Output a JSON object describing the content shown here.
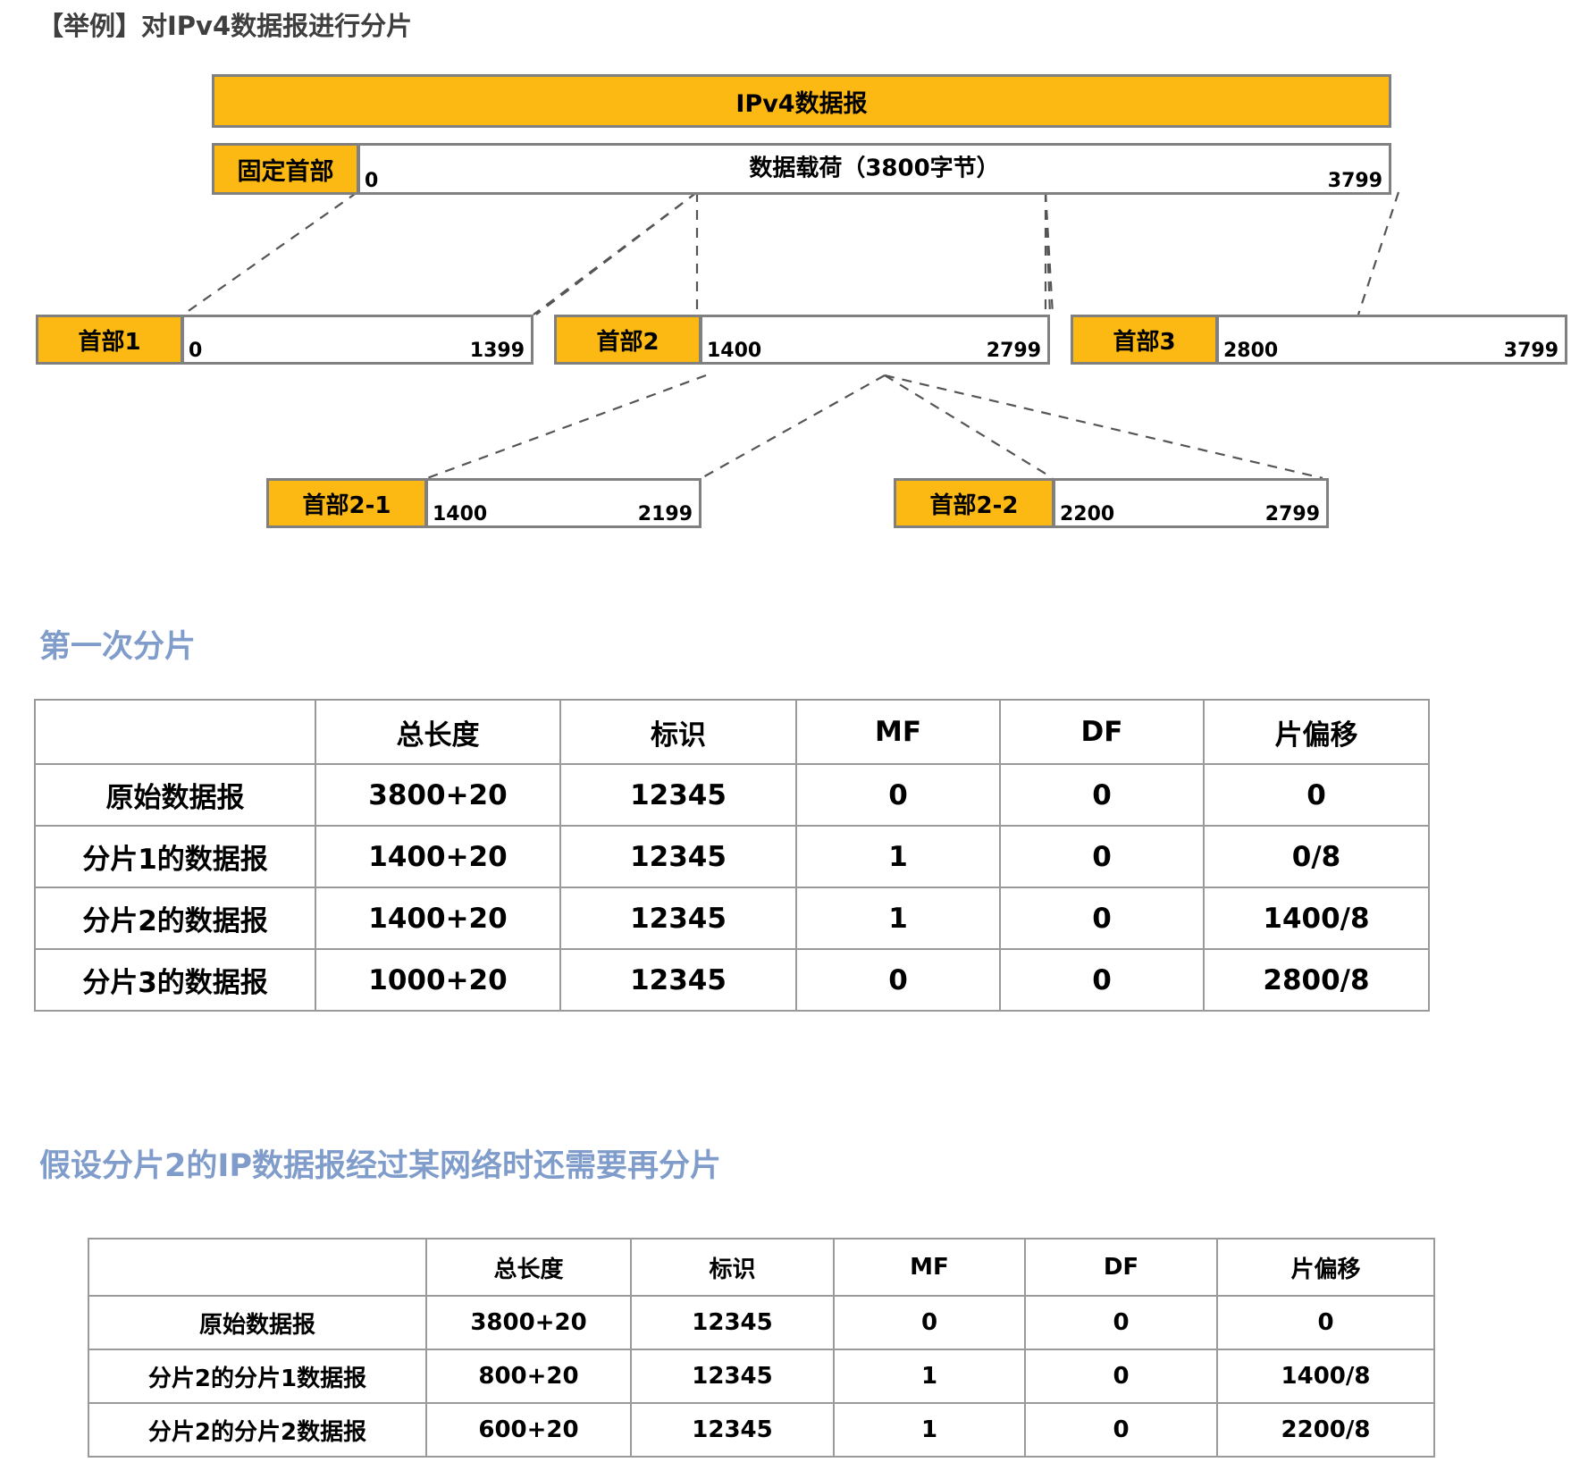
{
  "page": {
    "title": "【举例】对IPv4数据报进行分片"
  },
  "colors": {
    "amber": "#FCB813",
    "box_border": "#808080",
    "heading_blue": "#7F9CCB",
    "title_gray": "#3F3F3F"
  },
  "diagram": {
    "datagram_bar_label": "IPv4数据报",
    "fixed_header_label": "固定首部",
    "payload_label": "数据载荷（3800字节）",
    "payload_start": "0",
    "payload_end": "3799",
    "fragments_level1": [
      {
        "header": "首部1",
        "start": "0",
        "end": "1399"
      },
      {
        "header": "首部2",
        "start": "1400",
        "end": "2799"
      },
      {
        "header": "首部3",
        "start": "2800",
        "end": "3799"
      }
    ],
    "fragments_level2": [
      {
        "header": "首部2-1",
        "start": "1400",
        "end": "2199"
      },
      {
        "header": "首部2-2",
        "start": "2200",
        "end": "2799"
      }
    ]
  },
  "section_first": {
    "heading": "第一次分片"
  },
  "section_second": {
    "heading": "假设分片2的IP数据报经过某网络时还需要再分片"
  },
  "chart_data": [
    {
      "type": "table",
      "title": "第一次分片",
      "columns": [
        "",
        "总长度",
        "标识",
        "MF",
        "DF",
        "片偏移"
      ],
      "rows": [
        [
          "原始数据报",
          "3800+20",
          "12345",
          "0",
          "0",
          "0"
        ],
        [
          "分片1的数据报",
          "1400+20",
          "12345",
          "1",
          "0",
          "0/8"
        ],
        [
          "分片2的数据报",
          "1400+20",
          "12345",
          "1",
          "0",
          "1400/8"
        ],
        [
          "分片3的数据报",
          "1000+20",
          "12345",
          "0",
          "0",
          "2800/8"
        ]
      ]
    },
    {
      "type": "table",
      "title": "假设分片2的IP数据报经过某网络时还需要再分片",
      "columns": [
        "",
        "总长度",
        "标识",
        "MF",
        "DF",
        "片偏移"
      ],
      "rows": [
        [
          "原始数据报",
          "3800+20",
          "12345",
          "0",
          "0",
          "0"
        ],
        [
          "分片2的分片1数据报",
          "800+20",
          "12345",
          "1",
          "0",
          "1400/8"
        ],
        [
          "分片2的分片2数据报",
          "600+20",
          "12345",
          "1",
          "0",
          "2200/8"
        ]
      ]
    }
  ]
}
